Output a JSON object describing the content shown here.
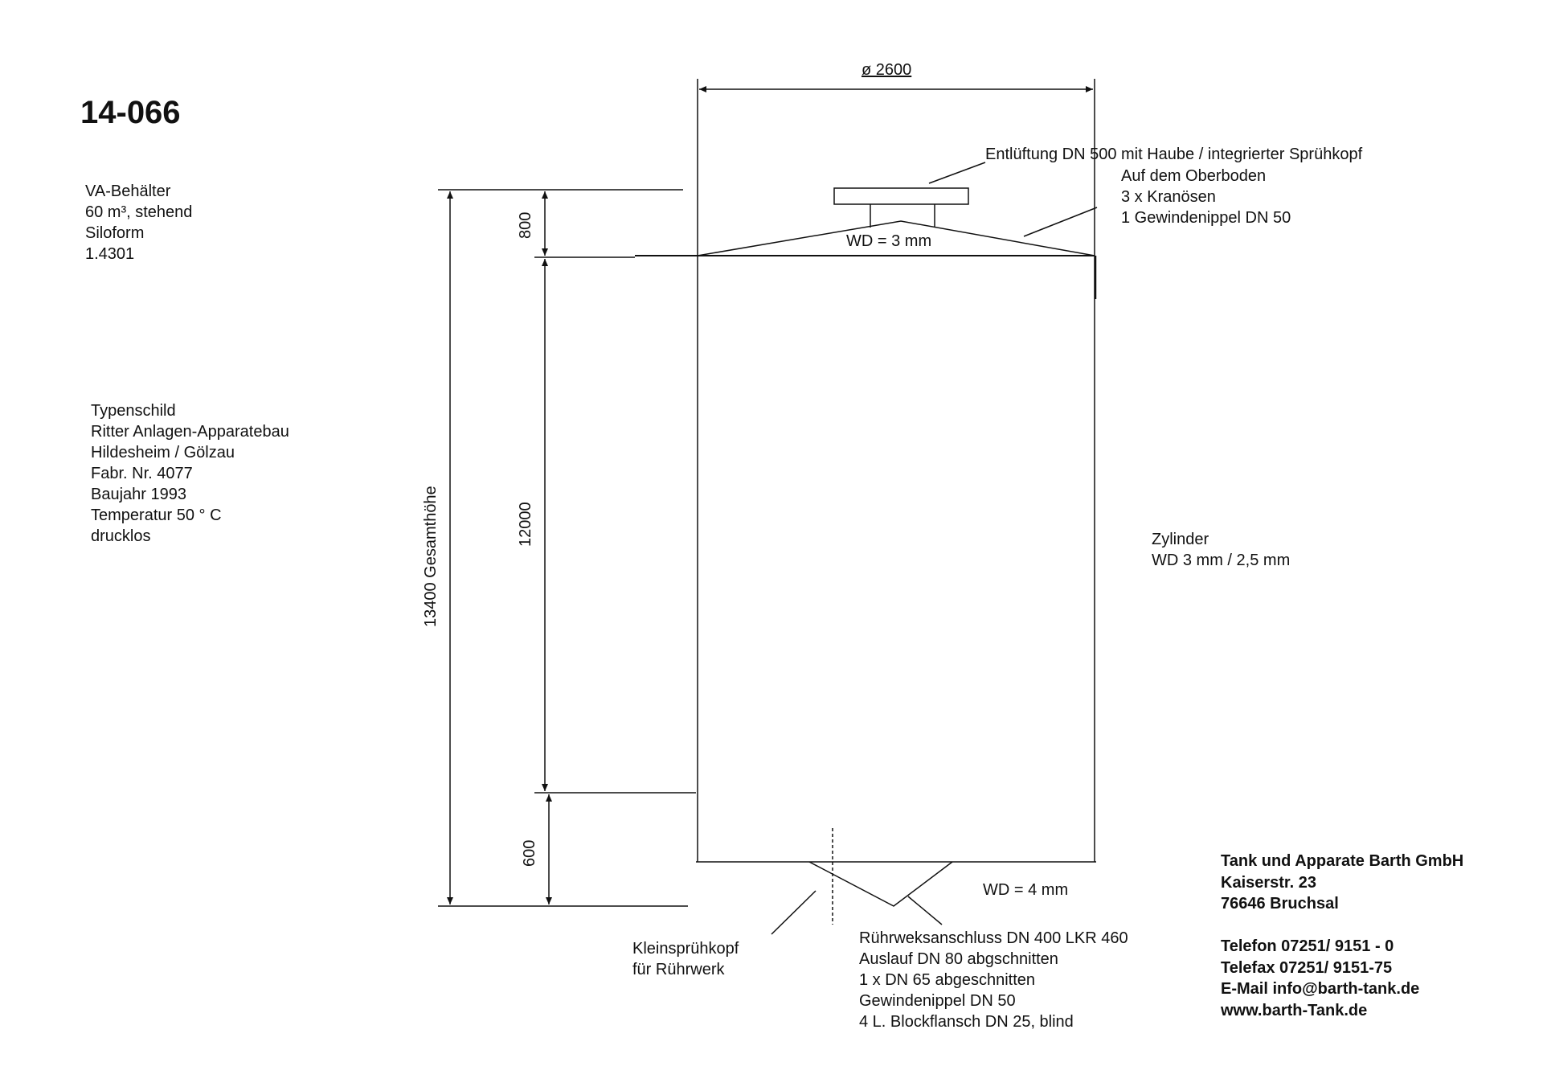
{
  "drawing_number": "14-066",
  "vessel": [
    "VA-Behälter",
    "60 m³, stehend",
    "Siloform",
    "1.4301"
  ],
  "nameplate": [
    "Typenschild",
    "Ritter Anlagen-Apparatebau",
    "Hildesheim  / Gölzau",
    "Fabr. Nr. 4077",
    "Baujahr 1993",
    "Temperatur 50 ° C",
    "drucklos"
  ],
  "dimensions": {
    "diameter": "ø   2600",
    "total_height": "13400 Gesamthöhe",
    "roof_height": "800",
    "cylinder_height": "12000",
    "bottom_height": "600"
  },
  "annotations": {
    "vent": "Entlüftung DN 500 mit Haube / integrierter Sprühkopf",
    "top_floor": [
      "Auf dem Oberboden",
      "3 x Kranösen",
      "1 Gewindenippel DN 50"
    ],
    "roof_wall": "WD = 3 mm",
    "cylinder": [
      "Zylinder",
      "WD 3 mm / 2,5 mm"
    ],
    "bottom_wall": "WD = 4 mm",
    "spray_head": [
      "Kleinsprühkopf",
      "für Rührwerk"
    ],
    "bottom_connections": [
      "Rührweksanschluss DN 400 LKR 460",
      "Auslauf DN 80 abgschnitten",
      "1 x DN 65 abgeschnitten",
      "Gewindenippel DN 50",
      "4 L. Blockflansch DN 25, blind"
    ]
  },
  "company": [
    "Tank und Apparate Barth GmbH",
    "Kaiserstr. 23",
    "76646 Bruchsal",
    "",
    "Telefon 07251/ 9151 - 0",
    "Telefax 07251/ 9151-75",
    "E-Mail info@barth-tank.de",
    "www.barth-Tank.de"
  ]
}
